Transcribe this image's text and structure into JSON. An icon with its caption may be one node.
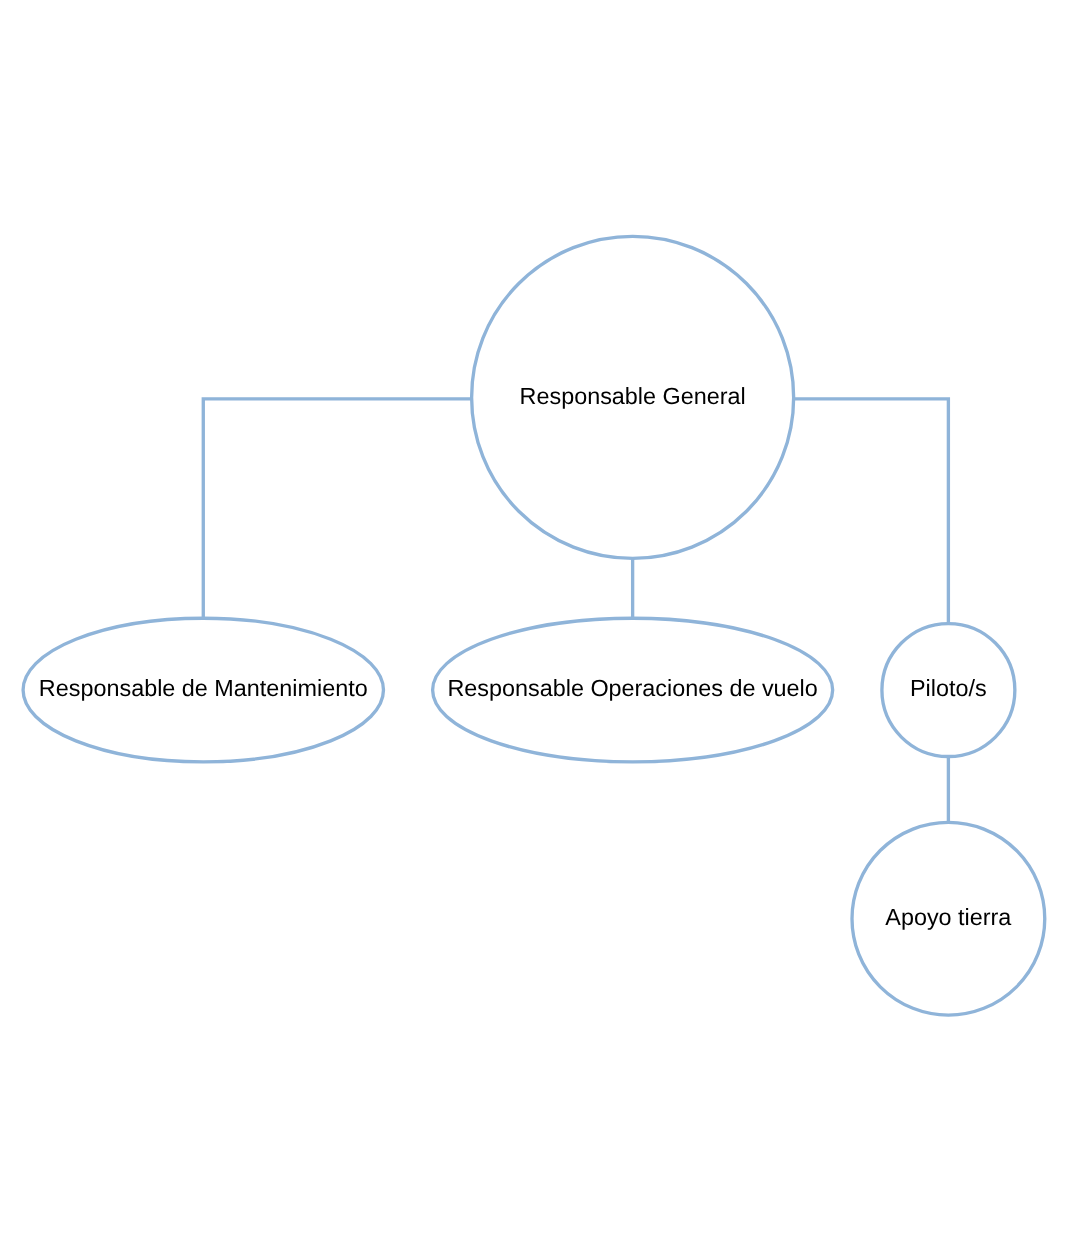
{
  "diagram": {
    "nodes": [
      {
        "text": [
          "Responsable General"
        ]
      },
      {
        "text": [
          "Responsable de Mantenimiento"
        ]
      },
      {
        "text": [
          "Responsable Operaciones de vuelo"
        ]
      },
      {
        "text": [
          "Piloto/s"
        ]
      },
      {
        "text": [
          "Apoyo tierra"
        ]
      }
    ],
    "edges": [
      {
        "from": 0,
        "to": 1,
        "arrow": "none"
      },
      {
        "from": 0,
        "to": 2,
        "arrow": "none"
      },
      {
        "from": 0,
        "to": 3,
        "arrow": "none"
      },
      {
        "from": 3,
        "to": 4,
        "arrow": "none"
      }
    ]
  }
}
